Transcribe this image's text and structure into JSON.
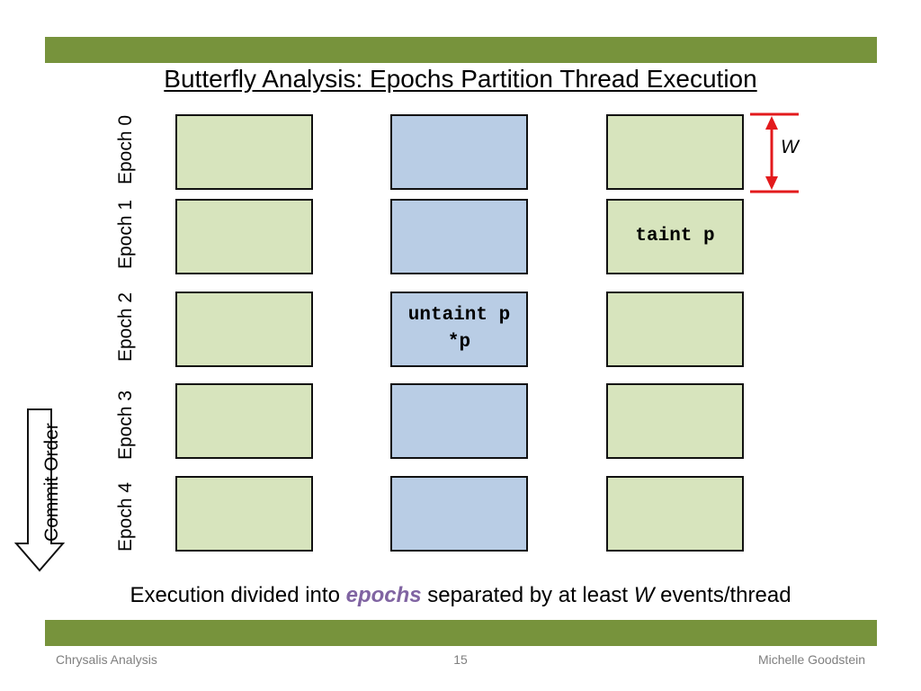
{
  "slide": {
    "title": "Butterfly Analysis:  Epochs Partition Thread Execution",
    "epochs": [
      "Epoch 0",
      "Epoch 1",
      "Epoch 2",
      "Epoch 3",
      "Epoch 4"
    ],
    "cells": {
      "epoch1_thread3": "taint p",
      "epoch2_thread2": "untaint p\n*p"
    },
    "window_label": "W",
    "commit_order_label": "Commit Order",
    "caption": {
      "part1": "Execution divided into ",
      "emphasis": "epochs",
      "part2": " separated by at least ",
      "w": "W",
      "part3": " events/thread"
    },
    "colors": {
      "bar": "#77933c",
      "thread_green": "#d7e4bd",
      "thread_blue": "#b9cde5",
      "window_arrow": "#e31a1c",
      "emphasis": "#8064a2"
    }
  },
  "footer": {
    "left": "Chrysalis Analysis",
    "center": "15",
    "right": "Michelle Goodstein"
  }
}
